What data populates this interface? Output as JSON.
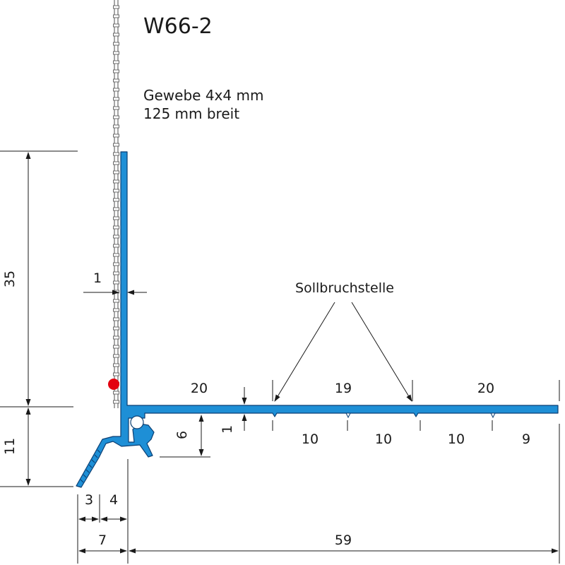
{
  "title": "W66-2",
  "fabric": {
    "line1": "Gewebe 4x4 mm",
    "line2": "125 mm breit"
  },
  "callout": "Sollbruchstelle",
  "dimensions": {
    "height_leg": "35",
    "thickness": "1",
    "height_base": "11",
    "nose_height": "6",
    "flange_thickness": "1",
    "w3": "3",
    "w4": "4",
    "w7": "7",
    "width_total": "59",
    "seg_top_1": "20",
    "seg_top_2": "19",
    "seg_top_3": "20",
    "seg_bot_1": "10",
    "seg_bot_2": "10",
    "seg_bot_3": "10",
    "seg_bot_4": "9"
  },
  "colors": {
    "profile_fill": "#1e8fd6",
    "profile_stroke": "#0b3f73",
    "marker": "#e3000f",
    "mesh": "#6b6b6b"
  }
}
